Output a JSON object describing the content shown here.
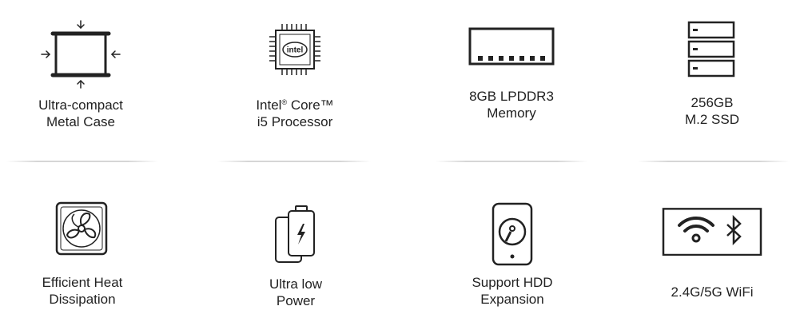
{
  "features_top": [
    {
      "icon": "metal-case-icon",
      "line1": "Ultra-compact",
      "line2": "Metal Case"
    },
    {
      "icon": "intel-chip-icon",
      "line1_prefix": "Intel",
      "line1_reg": "®",
      "line1_suffix": " Core™",
      "line2": "i5 Processor",
      "chip_text": "intel"
    },
    {
      "icon": "memory-module-icon",
      "line1": "8GB LPDDR3",
      "line2": "Memory"
    },
    {
      "icon": "ssd-stack-icon",
      "line1": "256GB",
      "line2": "M.2 SSD"
    }
  ],
  "features_bottom": [
    {
      "icon": "fan-icon",
      "line1": "Efficient Heat",
      "line2": "Dissipation"
    },
    {
      "icon": "battery-power-icon",
      "line1": "Ultra low",
      "line2": "Power"
    },
    {
      "icon": "hard-disk-icon",
      "line1": "Support HDD",
      "line2": "Expansion"
    },
    {
      "icon": "wifi-bluetooth-icon",
      "line1": "2.4G/5G WiFi"
    }
  ],
  "colors": {
    "icon_stroke": "#222222",
    "text": "#222222",
    "divider": "#d6d6d6"
  }
}
